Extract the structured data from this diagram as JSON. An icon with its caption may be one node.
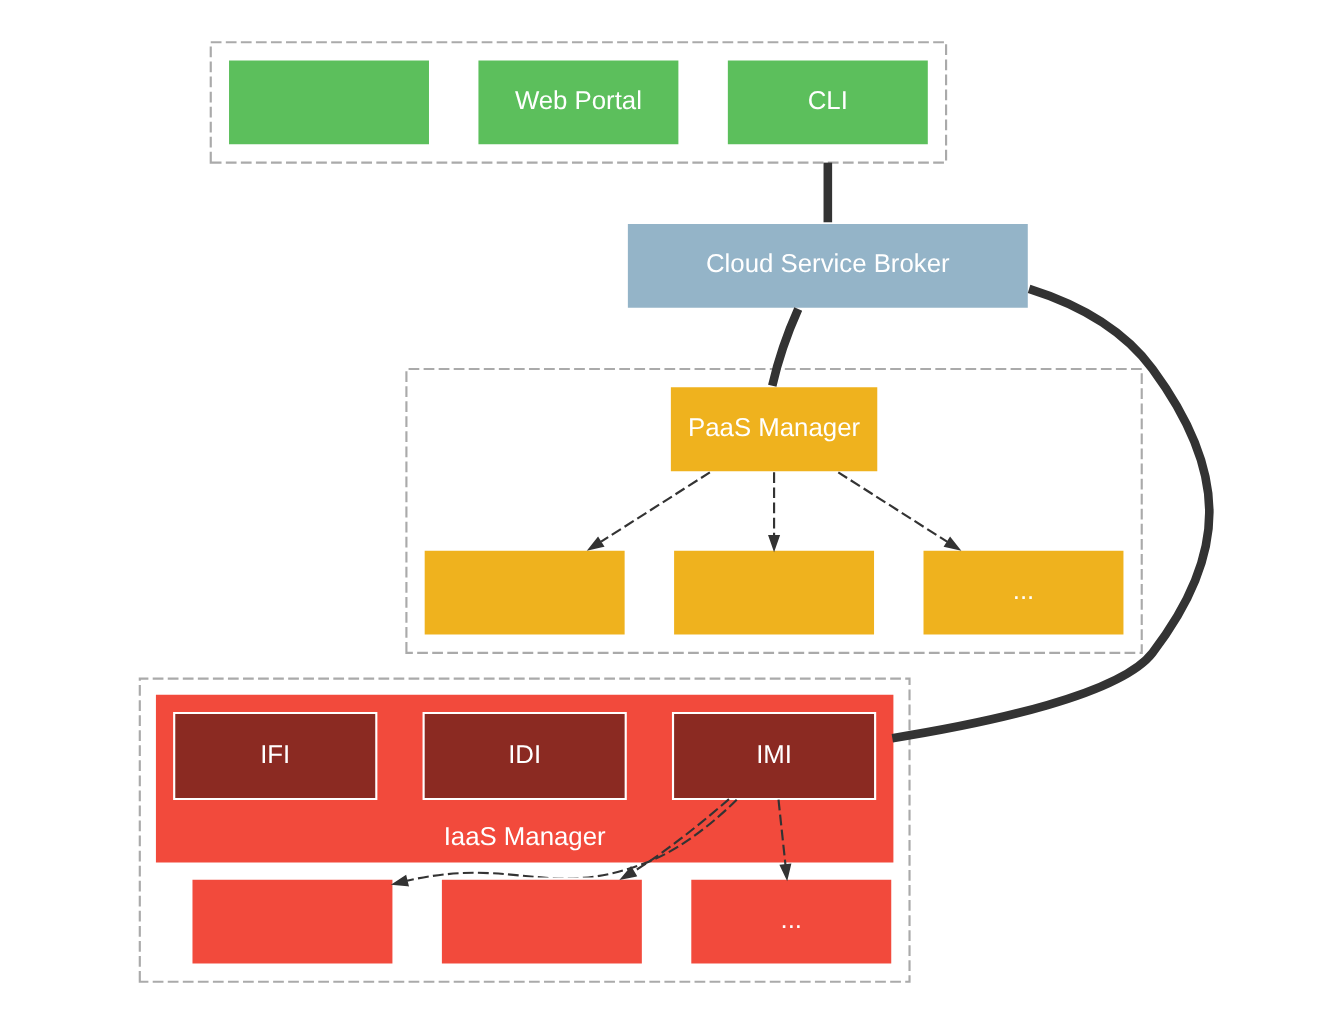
{
  "diagram": {
    "nodes": [
      {
        "text": [],
        "shape": "box"
      },
      {
        "text": [
          "CLI"
        ],
        "in": 0
      },
      {
        "text": [
          "Web Portal"
        ],
        "in": 0
      },
      {
        "text": [],
        "shape": "box",
        "in": 0
      },
      {
        "text": [
          "Cloud Service Broker"
        ]
      },
      {
        "text": [],
        "shape": "box"
      },
      {
        "text": [
          "PaaS Manager"
        ],
        "in": 5
      },
      {
        "text": [],
        "shape": "box",
        "in": 5
      },
      {
        "text": [],
        "shape": "box",
        "in": 5
      },
      {
        "text": [
          "..."
        ],
        "in": 5
      },
      {
        "text": [],
        "shape": "box"
      },
      {
        "text": [
          "IaaS Manager"
        ],
        "in": 10
      },
      {
        "text": [
          "IMI"
        ],
        "in": 11
      },
      {
        "text": [
          "IDI"
        ],
        "in": 11
      },
      {
        "text": [
          "IFI"
        ],
        "in": 11
      },
      {
        "text": [],
        "shape": "box",
        "in": 10
      },
      {
        "text": [],
        "shape": "box",
        "in": 10
      },
      {
        "text": [
          "..."
        ],
        "in": 10
      }
    ],
    "edges": [
      {
        "from": 0,
        "to": 4,
        "arrow": "none",
        "style": "thick"
      },
      {
        "from": 6,
        "to": 4,
        "arrow": "none",
        "style": "thick"
      },
      {
        "from": 11,
        "to": 4,
        "arrow": "none",
        "style": "thick"
      },
      {
        "from": 6,
        "to": 7,
        "arrow": "to",
        "style": "dashed"
      },
      {
        "from": 6,
        "to": 8,
        "arrow": "to",
        "style": "dashed"
      },
      {
        "from": 6,
        "to": 9,
        "arrow": "to",
        "style": "dashed"
      },
      {
        "from": 12,
        "to": 15,
        "arrow": "to",
        "style": "dashed"
      },
      {
        "from": 12,
        "to": 16,
        "arrow": "to",
        "style": "dashed"
      },
      {
        "from": 12,
        "to": 17,
        "arrow": "to",
        "style": "dashed"
      }
    ]
  }
}
